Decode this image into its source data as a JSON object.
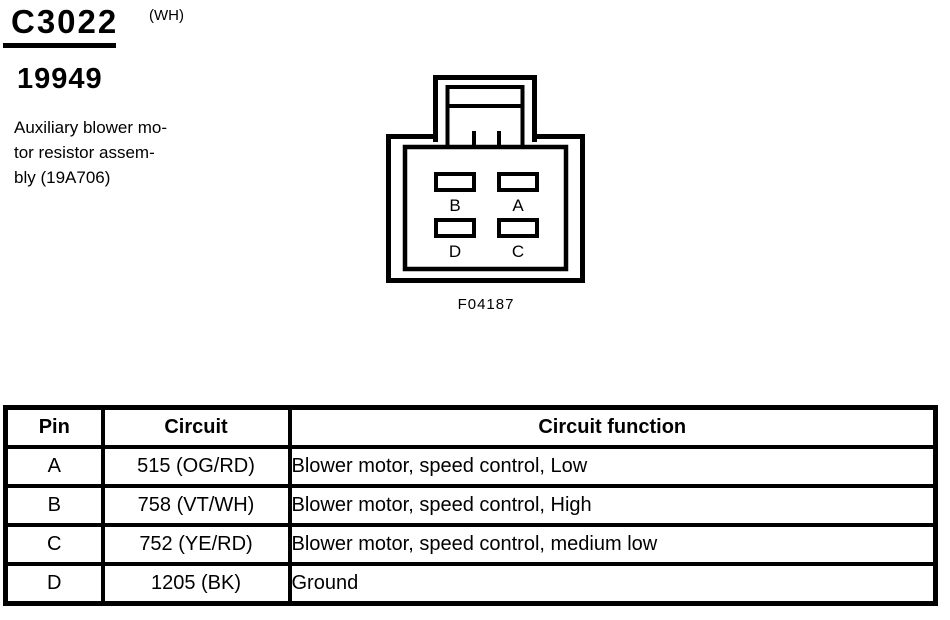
{
  "page": {
    "ink_color": "#000000",
    "background_color": "#ffffff"
  },
  "header": {
    "connector_id": "C3022",
    "connector_color": "(WH)",
    "component_number": "19949",
    "description_lines": [
      "Auxiliary blower mo-",
      "tor resistor assem-",
      "bly (19A706)"
    ]
  },
  "diagram": {
    "figure_id": "F04187",
    "pin_labels": {
      "top_left": "B",
      "top_right": "A",
      "bottom_left": "D",
      "bottom_right": "C"
    }
  },
  "pin_table": {
    "columns": [
      "Pin",
      "Circuit",
      "Circuit function"
    ],
    "rows": [
      {
        "pin": "A",
        "circuit": "515 (OG/RD)",
        "function": "Blower motor, speed control, Low"
      },
      {
        "pin": "B",
        "circuit": "758 (VT/WH)",
        "function": "Blower motor, speed control, High"
      },
      {
        "pin": "C",
        "circuit": "752 (YE/RD)",
        "function": "Blower motor, speed control, medium low"
      },
      {
        "pin": "D",
        "circuit": "1205 (BK)",
        "function": "Ground"
      }
    ]
  }
}
